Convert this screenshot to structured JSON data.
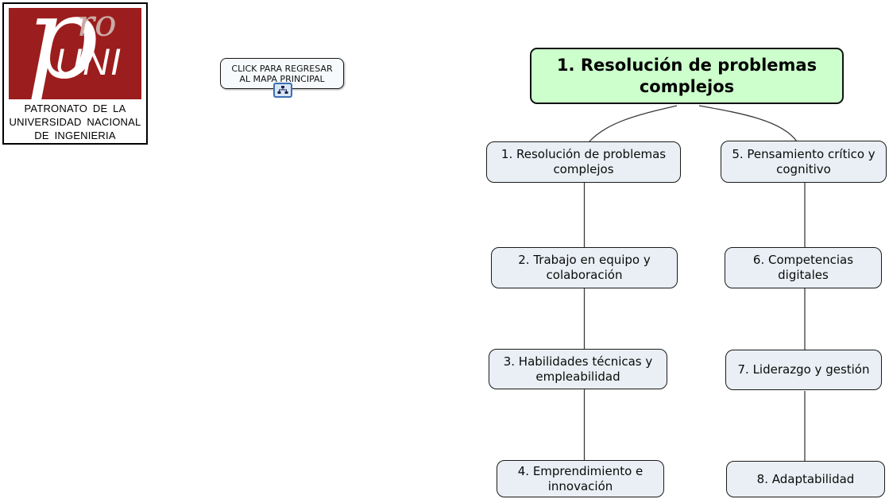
{
  "logo": {
    "brand_p": "p",
    "brand_ro": "ro",
    "brand_uni": "UNI",
    "caption": "PATRONATO DE LA\nUNIVERSIDAD NACIONAL\nDE INGENIERIA",
    "bg_color": "#9c1d1d"
  },
  "back_button": {
    "label": "CLICK PARA REGRESAR\nAL MAPA PRINCIPAL",
    "icon": "concept-map-link-icon"
  },
  "concept_map": {
    "root": {
      "label": "1. Resolución de problemas\ncomplejos",
      "bg_color": "#ccffcc"
    },
    "nodes": [
      {
        "label": "1. Resolución de problemas\ncomplejos"
      },
      {
        "label": "2. Trabajo en equipo y\ncolaboración"
      },
      {
        "label": "3. Habilidades técnicas y\nempleabilidad"
      },
      {
        "label": "4. Emprendimiento e\ninnovación"
      },
      {
        "label": "5. Pensamiento crítico y\ncognitivo"
      },
      {
        "label": "6. Competencias\ndigitales"
      },
      {
        "label": "7. Liderazgo y gestión"
      },
      {
        "label": "8. Adaptabilidad"
      }
    ],
    "node_bg_color": "#e9eff4",
    "border_color": "#1a1a1a",
    "connector_color": "#3a3a3a"
  }
}
